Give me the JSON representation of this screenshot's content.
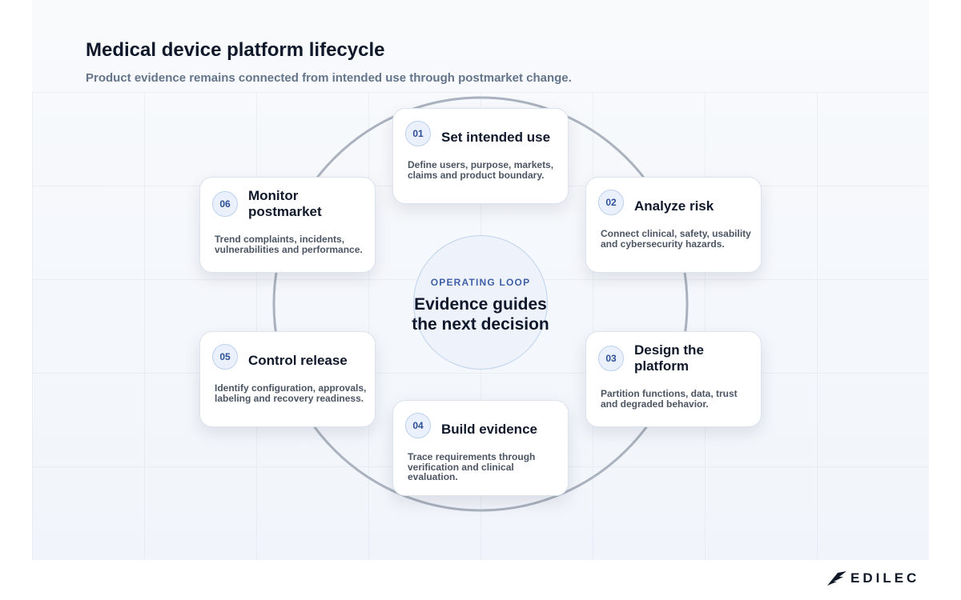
{
  "header": {
    "title": "Medical device platform lifecycle",
    "subtitle": "Product evidence remains connected from intended use through postmarket change."
  },
  "center": {
    "kicker": "OPERATING LOOP",
    "text": "Evidence guides the next decision"
  },
  "steps": [
    {
      "number": "01",
      "title": "Set intended use",
      "description": "Define users, purpose, markets, claims and product boundary."
    },
    {
      "number": "02",
      "title": "Analyze risk",
      "description": "Connect clinical, safety, usability and cybersecurity hazards."
    },
    {
      "number": "03",
      "title": "Design the platform",
      "description": "Partition functions, data, trust and degraded behavior."
    },
    {
      "number": "04",
      "title": "Build evidence",
      "description": "Trace requirements through verification and clinical evaluation."
    },
    {
      "number": "05",
      "title": "Control release",
      "description": "Identify configuration, approvals, labeling and recovery readiness."
    },
    {
      "number": "06",
      "title": "Monitor postmarket",
      "description": "Trend complaints, incidents, vulnerabilities and performance."
    }
  ],
  "brand": {
    "name": "EDILEC",
    "logo_icon": "edilec-swoosh-logo-icon"
  },
  "colors": {
    "accent": "#3f5fa8",
    "ring": "#a9b2be",
    "badge_fill": "#eaf1fc"
  }
}
